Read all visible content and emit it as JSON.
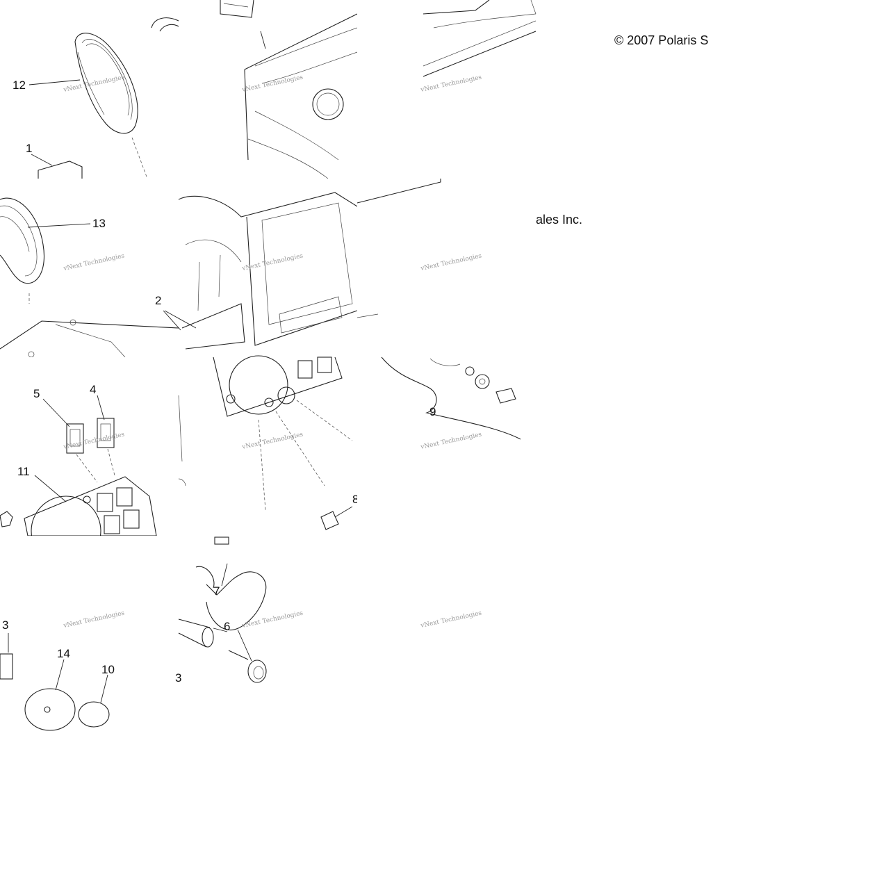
{
  "copyright": {
    "part1": "© 2007 Polaris S",
    "part2": "ales Inc."
  },
  "watermark": {
    "text": "vNext Technologies"
  },
  "callouts": {
    "c1": "1",
    "c2": "2",
    "c3": "3",
    "c4": "4",
    "c5": "5",
    "c6": "6",
    "c7": "7",
    "c8": "8",
    "c9": "9",
    "c10": "10",
    "c11": "11",
    "c12": "12",
    "c13": "13",
    "c14": "14",
    "c3b": "3"
  },
  "colors": {
    "line": "#222222",
    "watermark": "#9a9a9a",
    "background": "#ffffff"
  }
}
